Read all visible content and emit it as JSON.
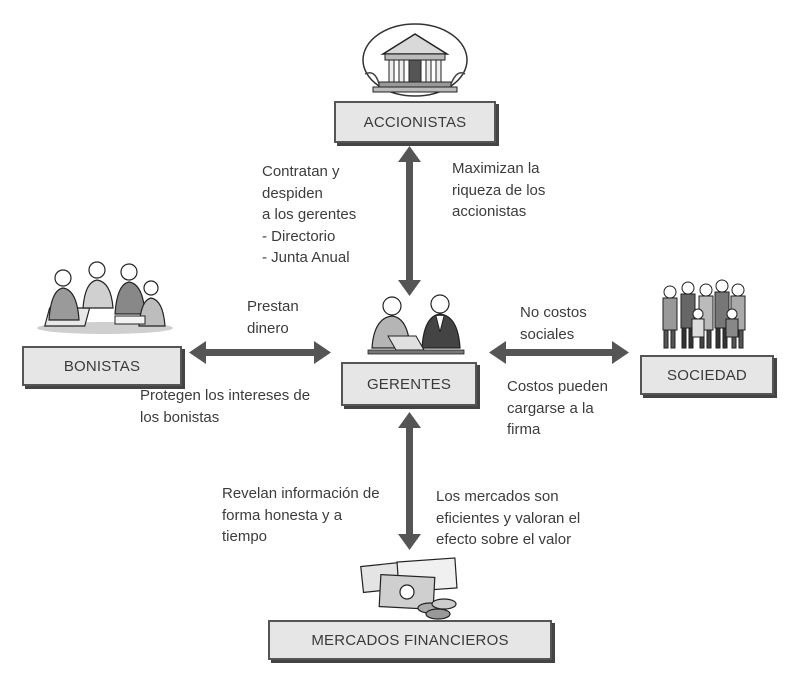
{
  "nodes": {
    "accionistas": "ACCIONISTAS",
    "bonistas": "BONISTAS",
    "gerentes": "GERENTES",
    "sociedad": "SOCIEDAD",
    "mercados": "MERCADOS FINANCIEROS"
  },
  "notes": {
    "contratan": "Contratan y\ndespiden\na los gerentes\n- Directorio\n- Junta Anual",
    "maximizan": "Maximizan la\nriqueza de los\naccionistas",
    "prestan": "Prestan\ndinero",
    "protegen": "Protegen los intereses de\nlos bonistas",
    "no_costos": "No costos\nsociales",
    "costos_pueden": "Costos pueden\ncargarse a la\nfirma",
    "revelan": "Revelan información de\nforma honesta y a\ntiempo",
    "mercados_son": "Los mercados son\neficientes y valoran el\nefecto sobre el valor"
  },
  "icons": {
    "accionistas": "stock-exchange-building-icon",
    "bonistas": "business-team-icon",
    "gerentes": "managers-meeting-icon",
    "sociedad": "crowd-of-people-icon",
    "mercados": "money-bills-coins-icon"
  },
  "colors": {
    "arrow": "#555555",
    "box_fill": "#e6e6e6",
    "box_border": "#555555"
  }
}
